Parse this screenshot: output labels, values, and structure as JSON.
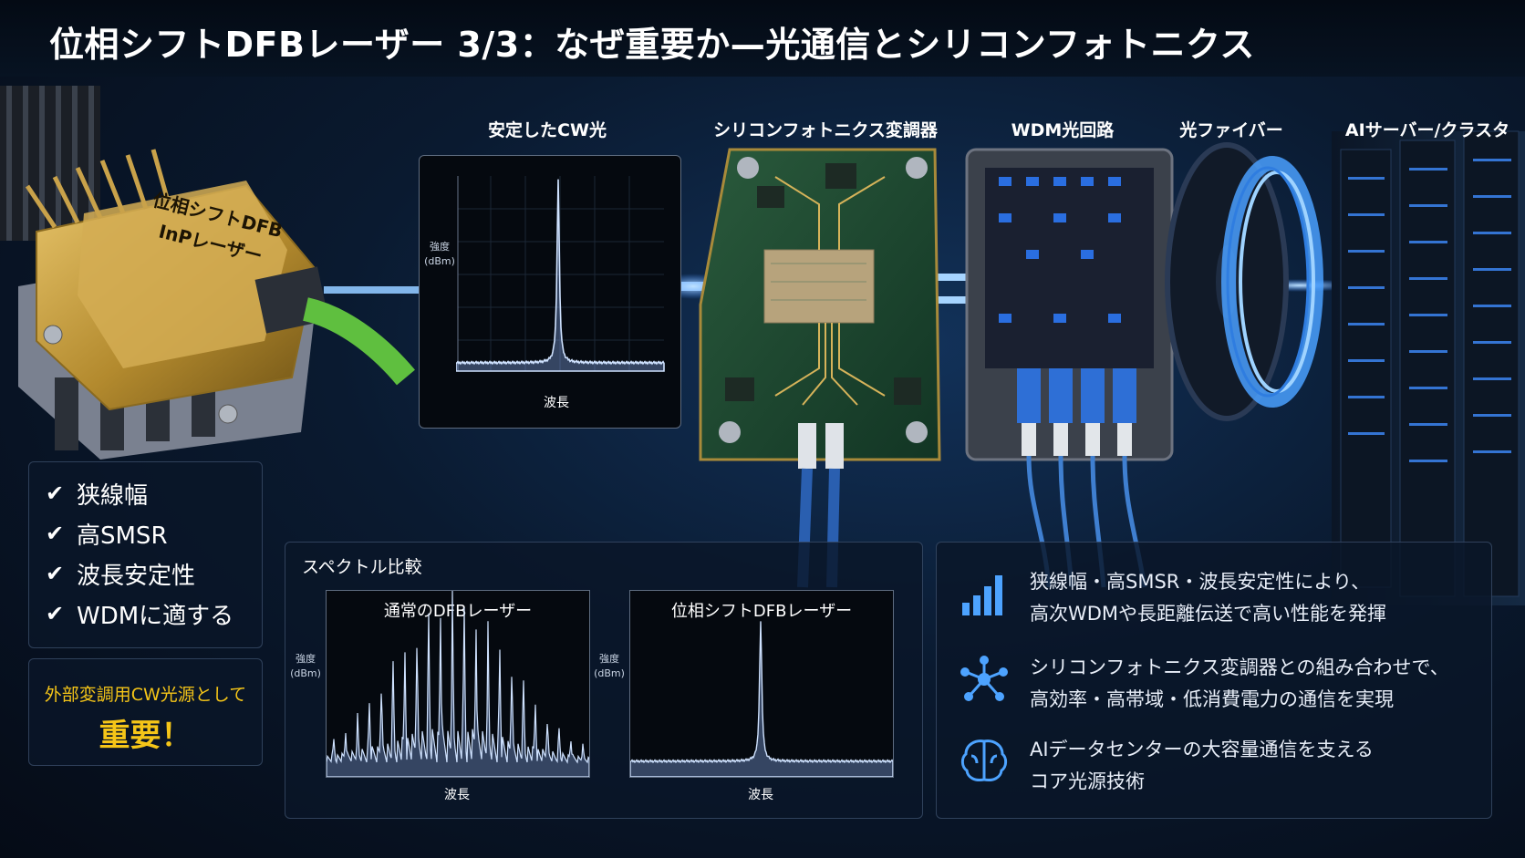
{
  "title": "位相シフトDFBレーザー 3/3：なぜ重要か—光通信とシリコンフォトニクス",
  "laser_label": [
    "位相シフトDFB",
    "InPレーザー"
  ],
  "stages": [
    {
      "id": "cw",
      "label": "安定したCW光"
    },
    {
      "id": "si",
      "label": "シリコンフォトニクス変調器"
    },
    {
      "id": "wdm",
      "label": "WDM光回路"
    },
    {
      "id": "fiber",
      "label": "光ファイバー"
    },
    {
      "id": "ai",
      "label": "AIサーバー/クラスタ"
    }
  ],
  "cw_chart": {
    "ylabel_line1": "強度",
    "ylabel_line2": "(dBm)",
    "xlabel": "波長"
  },
  "checklist": [
    "狭線幅",
    "高SMSR",
    "波長安定性",
    "WDMに適する"
  ],
  "callout": {
    "line1": "外部変調用CW光源として",
    "line2": "重要！"
  },
  "spectrum": {
    "title": "スペクトル比較",
    "left": {
      "title": "通常のDFBレーザー",
      "ylabel_line1": "強度",
      "ylabel_line2": "(dBm)",
      "xlabel": "波長"
    },
    "right": {
      "title": "位相シフトDFBレーザー",
      "ylabel_line1": "強度",
      "ylabel_line2": "(dBm)",
      "xlabel": "波長"
    }
  },
  "info": [
    {
      "icon": "bar-chart-icon",
      "lines": [
        "狭線幅・高SMSR・波長安定性により、",
        "高次WDMや長距離伝送で高い性能を発揮"
      ]
    },
    {
      "icon": "network-icon",
      "lines": [
        "シリコンフォトニクス変調器との組み合わせで、",
        "高効率・高帯域・低消費電力の通信を実現"
      ]
    },
    {
      "icon": "brain-icon",
      "lines": [
        "AIデータセンターの大容量通信を支える",
        "コア光源技術"
      ]
    }
  ],
  "colors": {
    "accent_blue": "#4da3ff",
    "gold": "#f5c518",
    "spectrum": "#bcd8ff"
  }
}
